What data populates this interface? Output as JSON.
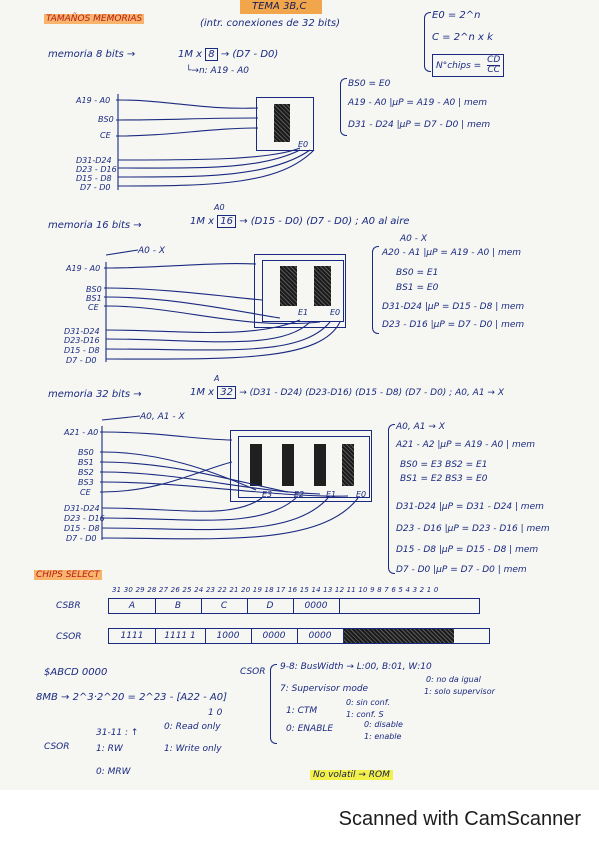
{
  "header": {
    "tema": "TEMA 3B,C",
    "title": "TAMAÑOS MEMORIAS",
    "subtitle": "(intr. conexiones de 32 bits)"
  },
  "formulas": {
    "e_line": "E0 = 2^n",
    "c_line": "C = 2^n x k",
    "chips_label": "N°chips =",
    "chips_num": "CD",
    "chips_den": "CC"
  },
  "mem8": {
    "label": "memoria 8 bits →",
    "expr": "1M x",
    "expr_box": "8",
    "expr_tail": "→ (D7 - D0)",
    "sub": "└→n: A19 - A0",
    "left_addr": "A19 - A0",
    "left_signals": [
      "BS0",
      "CE"
    ],
    "data_lines": [
      "D31-D24",
      "D23 - D16",
      "D15 - D8",
      "D7 - D0"
    ],
    "chip_labels": [
      "E0"
    ],
    "eq": [
      "BS0 = E0",
      "A19 - A0 |μP = A19 - A0 | mem",
      "D31 - D24 |μP = D7 - D0 | mem"
    ]
  },
  "mem16": {
    "label": "memoria 16 bits →",
    "expr": "1M x",
    "expr_box": "16",
    "expr_tail": "→ (D15 - D0) (D7 - D0) ; A0 al aire",
    "mark": "A0",
    "left_a0": "A0 - X",
    "left_addr": "A19 - A0",
    "left_signals": [
      "BS0",
      "BS1",
      "CE"
    ],
    "data_lines": [
      "D31-D24",
      "D23-D16",
      "D15 - D8",
      "D7 - D0"
    ],
    "chip_labels": [
      "E1",
      "E0"
    ],
    "eq": [
      "A0 - X",
      "A20 - A1 |μP = A19 - A0 | mem",
      "BS0 = E1",
      "BS1 = E0",
      "D31-D24 |μP = D15 - D8 | mem",
      "D23 - D16 |μP = D7 - D0 | mem"
    ]
  },
  "mem32": {
    "label": "memoria 32 bits →",
    "expr": "1M x",
    "expr_box": "32",
    "expr_tail": "→ (D31 - D24) (D23-D16) (D15 - D8) (D7 - D0) ; A0, A1 → X",
    "mark": "A",
    "left_a0": "A0, A1 - X",
    "left_addr": "A21 - A0",
    "left_signals": [
      "BS0",
      "BS1",
      "BS2",
      "BS3",
      "CE"
    ],
    "data_lines": [
      "D31-D24",
      "D23 - D16",
      "D15 - D8",
      "D7 - D0"
    ],
    "chip_labels": [
      "E3",
      "E2",
      "E1",
      "E0"
    ],
    "eq": [
      "A0, A1 → X",
      "A21 - A2 |μP = A19 - A0 | mem",
      "BS0 = E3    BS2 = E1",
      "BS1 = E2    BS3 = E0",
      "D31-D24 |μP = D31 - D24 | mem",
      "D23 - D16 |μP = D23 - D16 | mem",
      "D15 - D8 |μP = D15 - D8 | mem",
      "D7 - D0 |μP = D7 - D0 | mem"
    ]
  },
  "chips_select": {
    "title": "CHIPS SELECT",
    "bit_numbers": "31 30 29 28 27 26 25 24 23 22 21 20 19 18 17 16 15 14 13 12 11 10 9 8 7 6 5 4 3 2 1 0",
    "csbr_label": "CSBR",
    "csbr_fields": [
      "A",
      "B",
      "C",
      "D",
      "0000",
      ""
    ],
    "csor_label": "CSOR",
    "csor_fields": [
      "1111",
      "1111 1",
      "1000",
      "0000",
      "0000",
      ""
    ]
  },
  "notes": {
    "abcd": "$ABCD 0000",
    "calc": "8MB → 2^3·2^20 = 2^23 - [A22 - A0]",
    "calc_sub": "1        0",
    "csor_left_label": "CSOR",
    "csor_line1": "31-11 : ↑",
    "csor_line1b": "0: Read only",
    "csor_line2": "1: RW",
    "csor_line2b": "1: Write only",
    "csor_line3": "0: MRW",
    "csor_right_label": "CSOR",
    "right_1": "9-8: BusWidth → L:00, B:01, W:10",
    "right_2": "0: no da igual",
    "right_3": "7: Supervisor mode",
    "right_3b": "1: solo supervisor",
    "right_4": "0: sin conf.",
    "right_5": "1: CTM",
    "right_5b": "1: conf. S",
    "right_6": "0: ENABLE",
    "right_6b": "0: disable",
    "right_6c": "1: enable",
    "highlight": "No volatil → ROM"
  },
  "footer": "Scanned with CamScanner"
}
